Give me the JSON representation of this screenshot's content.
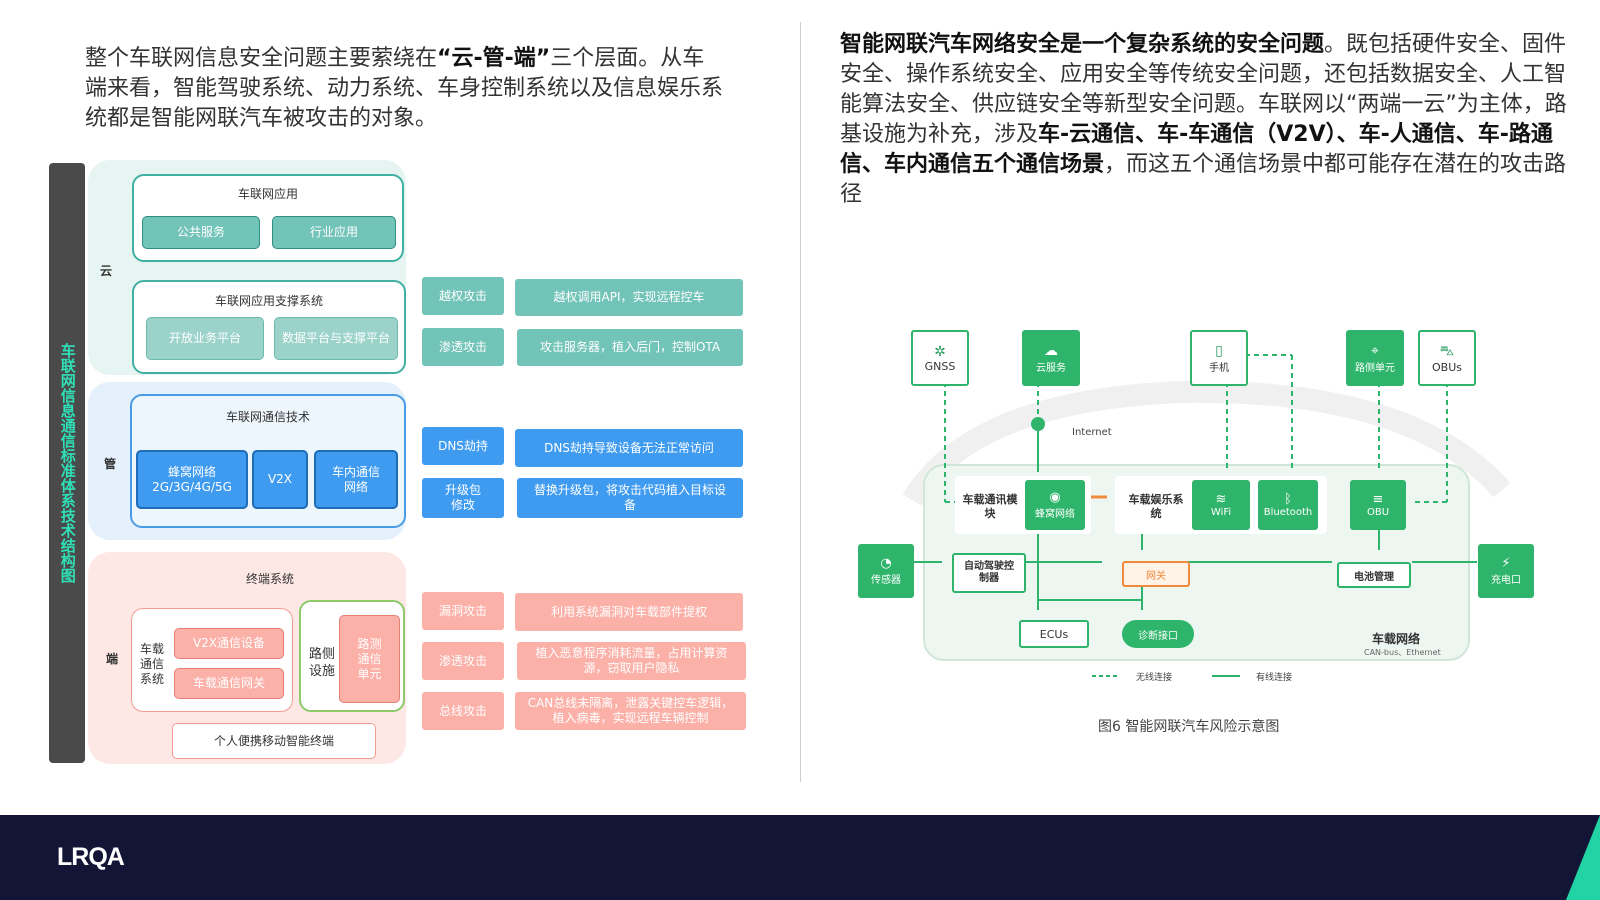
{
  "left_paragraph": {
    "part1": "整个车联网信息安全问题主要萦绕在",
    "bold": "“云-管-端”",
    "part2": "三个层面。从车端来看，智能驾驶系统、动力系统、车身控制系统以及信息娱乐系统都是智能网联汽车被攻击的对象。"
  },
  "right_paragraph": {
    "bold1": "智能网联汽车网络安全是一个复杂系统的安全问题",
    "text1": "。既包括硬件安全、固件安全、操作系统安全、应用安全等传统安全问题，还包括数据安全、人工智能算法安全、供应链安全等新型安全问题。车联网以“两端一云”为主体，路基设施为补充，涉及",
    "bold2": "车-云通信、车-车通信（V2V）、车-人通信、车-路通信、车内通信五个通信场景",
    "text2": "，而这五个通信场景中都可能存在潜在的攻击路径"
  },
  "arch": {
    "side_title": "车联网信息通信标准体系技术结构图",
    "colors": {
      "cloud": "#e7f5f2",
      "cloud_frame": "#3fb0a2",
      "cloud_chip": "#72c3b8",
      "pipe": "#e4f0fc",
      "pipe_frame": "#4a9be6",
      "pipe_chip": "#3f9bf0",
      "end": "#fde8e6",
      "end_frame": "#f29a92",
      "end_chip": "#fbb0a8",
      "road_frame": "#8fc96a"
    },
    "cloud": {
      "label": "云",
      "app_title": "车联网应用",
      "app_items": [
        "公共服务",
        "行业应用"
      ],
      "support_title": "车联网应用支撑系统",
      "support_items": [
        "开放业务平台",
        "数据平台与支撑平台"
      ]
    },
    "pipe": {
      "label": "管",
      "title": "车联网通信技术",
      "items": [
        "蜂窝网络2G/3G/4G/5G",
        "V2X",
        "车内通信网络"
      ]
    },
    "end": {
      "label": "端",
      "title": "终端系统",
      "vehicle_label": "车载通信系统",
      "vehicle_items": [
        "V2X通信设备",
        "车载通信网关"
      ],
      "road_label": "路侧设施",
      "road_item": "路测通信单元",
      "portable": "个人便携移动智能终端"
    },
    "attacks": [
      {
        "name": "越权攻击",
        "desc": "越权调用API，实现远程控车",
        "color": "#72c3b8"
      },
      {
        "name": "渗透攻击",
        "desc": "攻击服务器，植入后门，控制OTA",
        "color": "#72c3b8"
      },
      {
        "name": "DNS劫持",
        "desc": "DNS劫持导致设备无法正常访问",
        "color": "#3f9bf0"
      },
      {
        "name": "升级包修改",
        "desc": "替换升级包，将攻击代码植入目标设备",
        "color": "#3f9bf0"
      },
      {
        "name": "漏洞攻击",
        "desc": "利用系统漏洞对车载部件提权",
        "color": "#fbb0a8"
      },
      {
        "name": "渗透攻击",
        "desc": "植入恶意程序消耗流量，占用计算资源，窃取用户隐私",
        "color": "#fbb0a8"
      },
      {
        "name": "总线攻击",
        "desc": "CAN总线未隔离，泄露关键控车逻辑，植入病毒，实现远程车辆控制",
        "color": "#fbb0a8"
      }
    ]
  },
  "network": {
    "top_devices": [
      "GNSS",
      "云服务",
      "手机",
      "路侧单元",
      "OBUs"
    ],
    "internet": "Internet",
    "comm_module": "车载通讯模块",
    "cellular": "蜂窝网络",
    "ent_system": "车载娱乐系统",
    "wifi": "WiFi",
    "bluetooth": "Bluetooth",
    "obu": "OBU",
    "sensor": "传感器",
    "adas": "自动驾驶控制器",
    "gateway": "网关",
    "battery": "电池管理",
    "charge_port": "充电口",
    "ecus": "ECUs",
    "diag": "诊断接口",
    "bus_title": "车载网络",
    "bus_sub": "CAN-bus、Ethernet",
    "legend_wireless": "无线连接",
    "legend_wired": "有线连接",
    "caption": "图6 智能网联汽车风险示意图",
    "colors": {
      "green": "#2fb56b",
      "orange": "#f08a3c",
      "panel": "#eef6f1"
    }
  },
  "footer": {
    "logo": "LRQA"
  }
}
